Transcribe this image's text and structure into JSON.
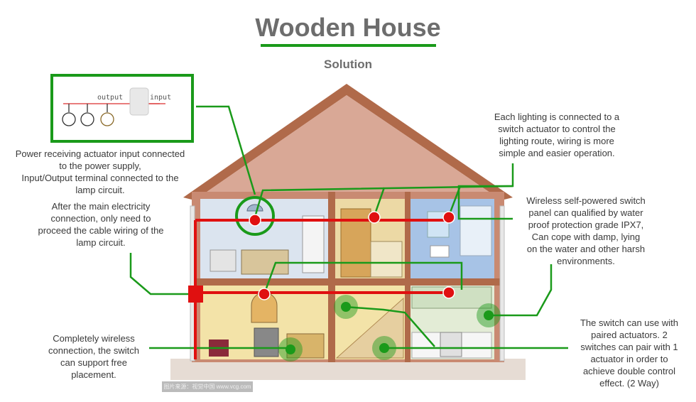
{
  "header": {
    "title": "Wooden House",
    "subtitle": "Solution"
  },
  "inset": {
    "output_label": "output",
    "input_label": "input"
  },
  "notes": {
    "actuator_input": [
      "Power receiving actuator input connected",
      "to the power supply,",
      "Input/Output terminal connected to the",
      "lamp circuit."
    ],
    "main_electricity": [
      "After the main electricity",
      "connection, only need to",
      "proceed the cable wiring of the",
      "lamp circuit."
    ],
    "each_lighting": [
      "Each lighting is connected to a",
      "switch actuator to control the",
      "lighting route, wiring is more",
      "simple and easier operation."
    ],
    "wireless_panel": [
      "Wireless self-powered switch",
      "panel can qualified by water",
      "proof protection grade IPX7,",
      "Can cope with damp, lying",
      "on the water and other harsh",
      "environments."
    ],
    "completely_wireless": [
      "Completely wireless",
      "connection, the switch",
      "can support free",
      "placement."
    ],
    "paired_actuators": [
      "The switch can use with",
      "paired actuators. 2",
      "switches can pair with 1",
      "actuator in order to",
      "achieve double control",
      "effect. (2 Way)"
    ]
  },
  "watermark": "图片来源：视觉中国 www.vcg.com",
  "colors": {
    "title": "#6d6d6d",
    "accent_green": "#1a9a1a",
    "wire_red": "#e01010",
    "roof": "#c98a72",
    "wall": "#b06a4a"
  },
  "icons": [
    "bulb-icon",
    "actuator-icon",
    "lamp-icon",
    "switch-icon"
  ]
}
